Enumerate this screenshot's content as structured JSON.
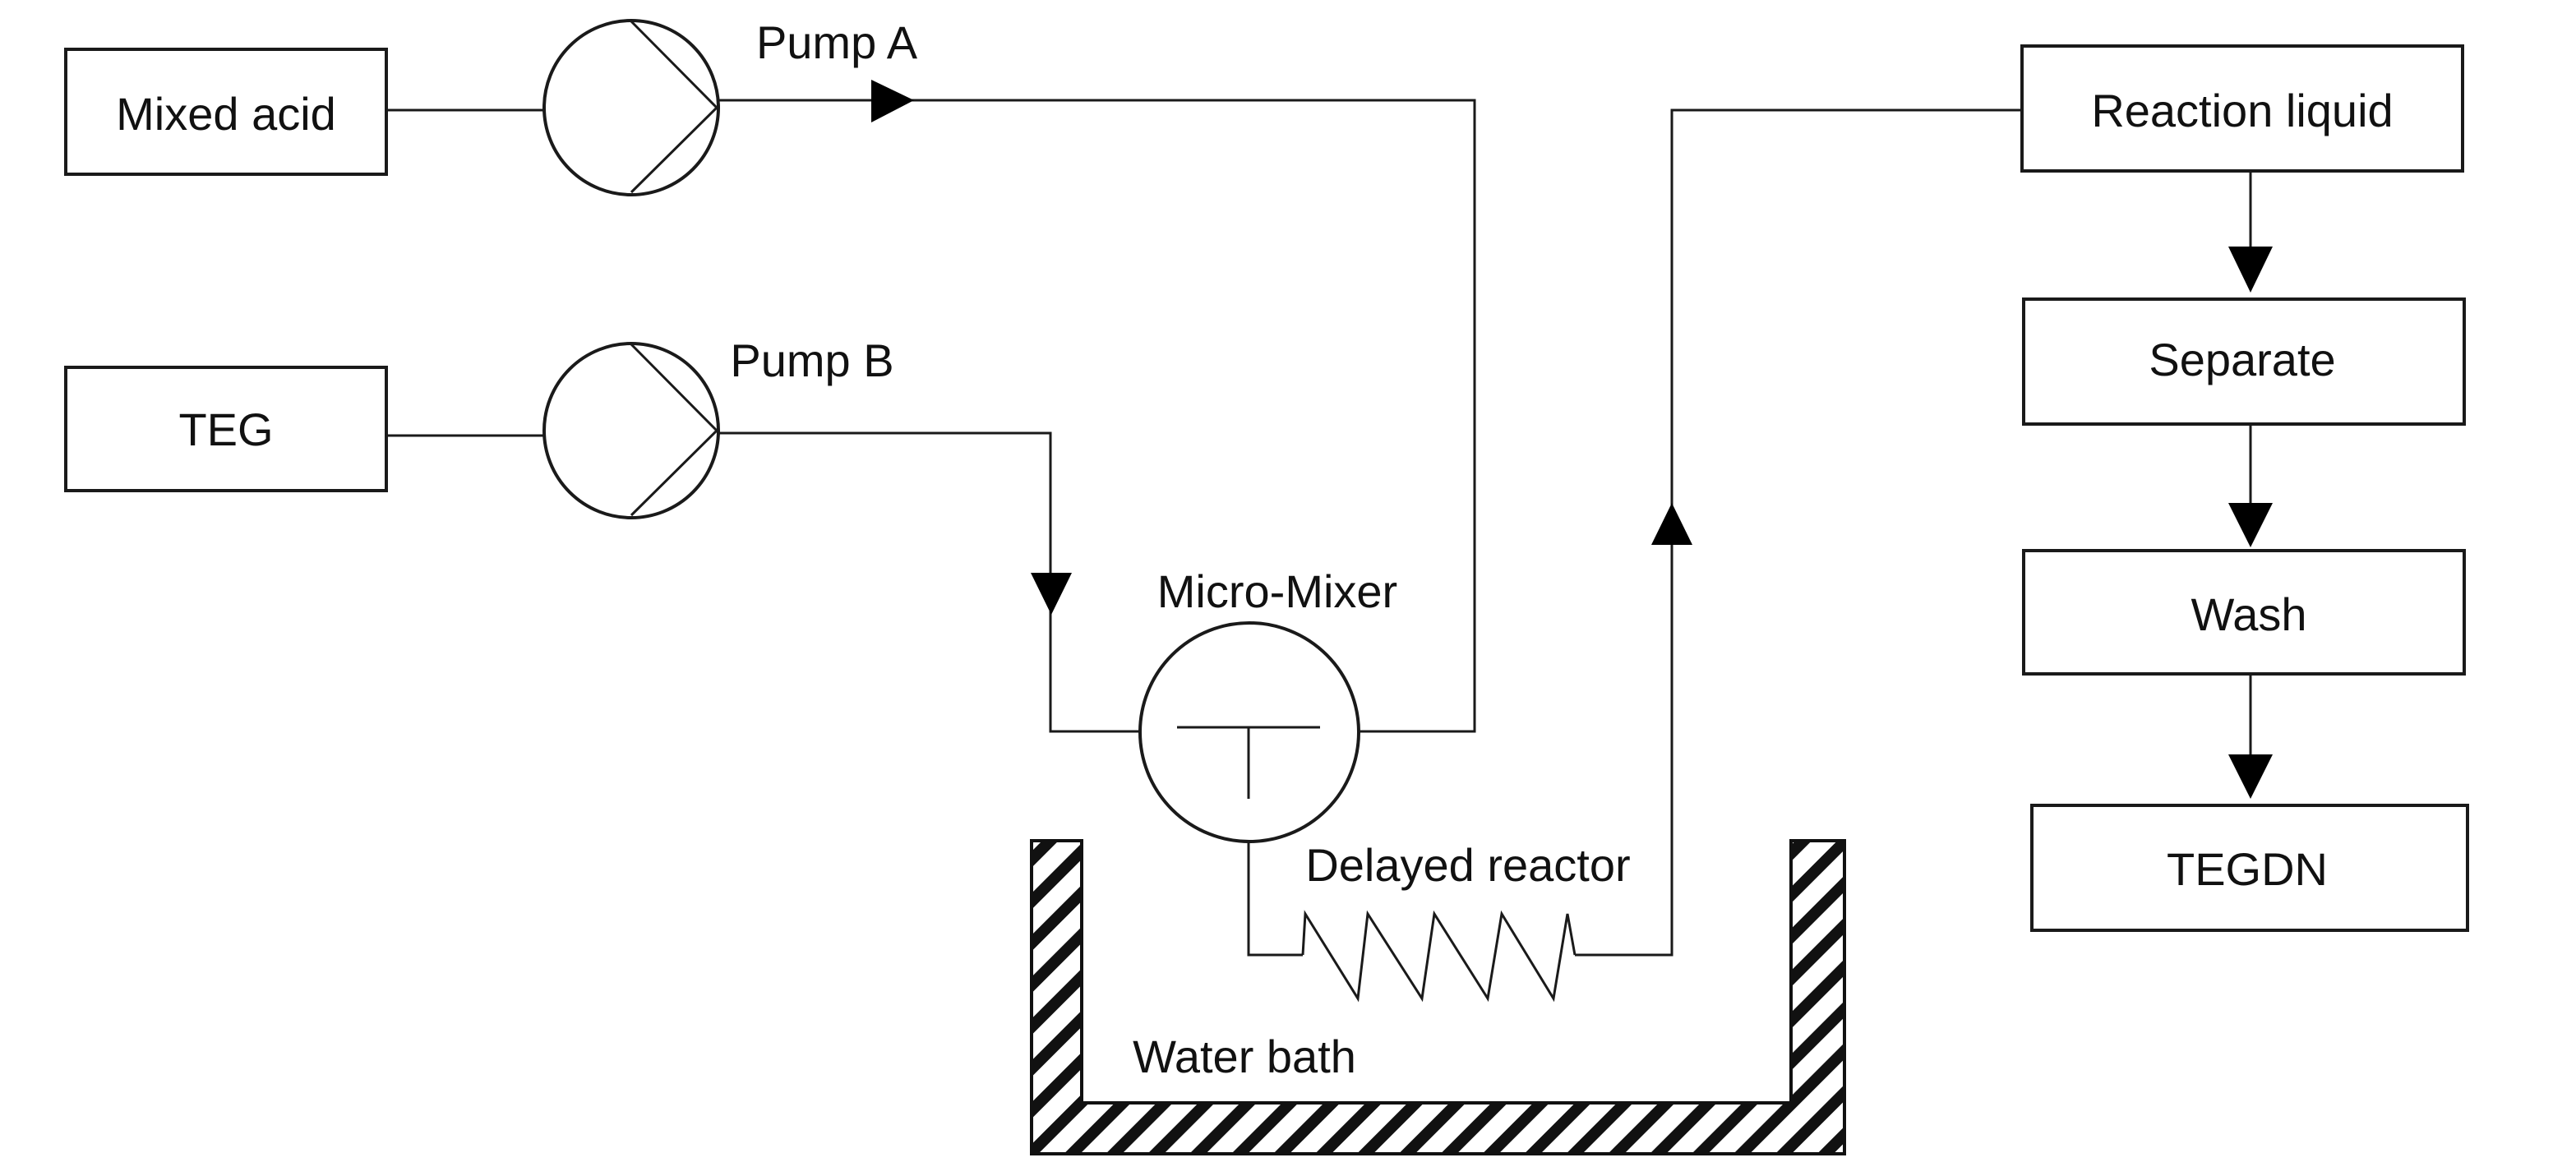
{
  "diagram": {
    "sources": {
      "mixed_acid": "Mixed acid",
      "teg": "TEG"
    },
    "pumps": {
      "pump_a": "Pump A",
      "pump_b": "Pump B"
    },
    "equipment": {
      "micro_mixer": "Micro-Mixer",
      "delayed_reactor": "Delayed reactor",
      "water_bath": "Water bath"
    },
    "process_steps": [
      "Reaction liquid",
      "Separate",
      "Wash",
      "TEGDN"
    ]
  }
}
